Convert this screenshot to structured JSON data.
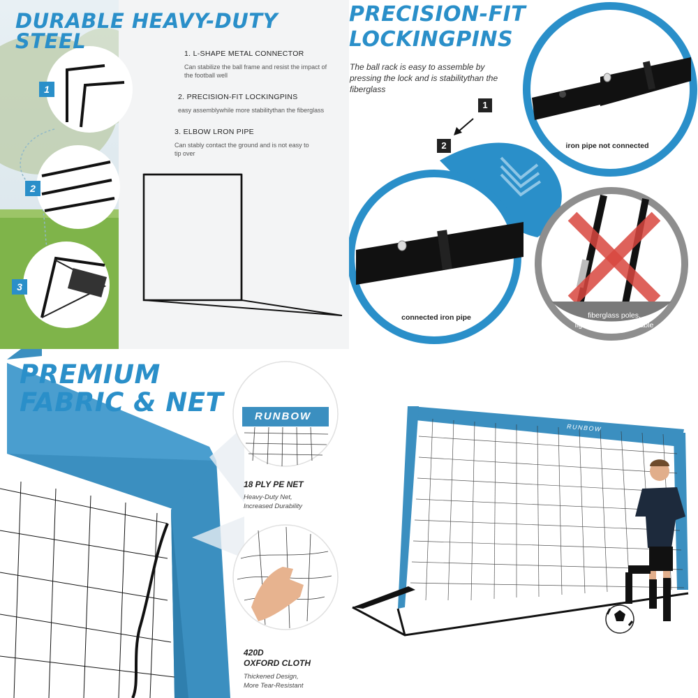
{
  "steel": {
    "title": "DURABLE HEAVY-DUTY STEEL",
    "steps": [
      {
        "badge": "1",
        "title": "1. L-SHAPE METAL CONNECTOR",
        "desc": "Can stabilize the ball frame and resist the impact of the football well"
      },
      {
        "badge": "2",
        "title": "2. PRECISION-FIT LOCKINGPINS",
        "desc": "easy assemblywhile more stabilitythan the fiberglass"
      },
      {
        "badge": "3",
        "title": "3. ELBOW LRON PIPE",
        "desc": "Can stably contact the ground and is not easy to tip over"
      }
    ]
  },
  "pins": {
    "title_line1": "PRECISION-FIT",
    "title_line2": "LOCKINGPINS",
    "desc": "The ball rack is easy to assemble by pressing the lock and is stabilitythan the fiberglass",
    "step1": "1",
    "step2": "2",
    "not_connected": "iron pipe not connected",
    "connected": "connected iron pipe",
    "fiberglass_line1": "fiberglass poles,",
    "fiberglass_line2": "lightweight and unstable"
  },
  "fabric": {
    "title_line1": "PREMIUM",
    "title_line2": "FABRIC & NET",
    "brand": "RUNBOW",
    "net_title": "18 PLY PE NET",
    "net_desc_line1": "Heavy-Duty Net,",
    "net_desc_line2": "Increased Durability",
    "cloth_title_line1": "420D",
    "cloth_title_line2": "OXFORD CLOTH",
    "cloth_desc_line1": "Thickened Design,",
    "cloth_desc_line2": "More Tear-Resistant"
  },
  "goal": {
    "brand": "RUNBOW"
  },
  "colors": {
    "accent": "#2a8fc9",
    "fabric": "#3b8fc0",
    "warning": "#d9473f"
  }
}
